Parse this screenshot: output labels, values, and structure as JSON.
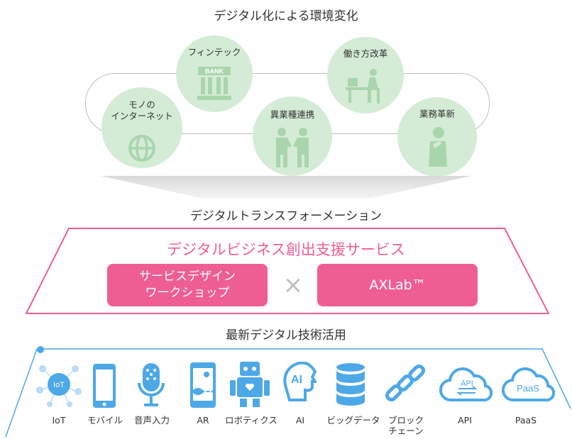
{
  "top_title": "デジタル化による環境変化",
  "circles": [
    {
      "label": "モノの\nインターネット"
    },
    {
      "label": "フィンテック",
      "sign": "BANK"
    },
    {
      "label": "異業種連携"
    },
    {
      "label": "働き方改革"
    },
    {
      "label": "業務革新"
    }
  ],
  "dx_title": "デジタルトランスフォーメーション",
  "service_title": "デジタルビジネス創出支援サービス",
  "buttons": {
    "left_line1": "サービスデザイン",
    "left_line2": "ワークショップ",
    "cross": "×",
    "right": "AXLab™"
  },
  "tech_title": "最新デジタル技術活用",
  "tech_items": [
    {
      "label": "IoT",
      "icon": "iot-icon",
      "badge": "IoT"
    },
    {
      "label": "モバイル",
      "icon": "smartphone-icon"
    },
    {
      "label": "音声入力",
      "icon": "microphone-icon"
    },
    {
      "label": "AR",
      "icon": "ar-phone-icon"
    },
    {
      "label": "ロボティクス",
      "icon": "robot-icon"
    },
    {
      "label": "AI",
      "icon": "ai-head-icon",
      "badge": "AI"
    },
    {
      "label": "ビッグデータ",
      "icon": "database-icon"
    },
    {
      "label": "ブロック\nチェーン",
      "icon": "chain-icon"
    },
    {
      "label": "API",
      "icon": "api-cloud-icon",
      "badge": "API"
    },
    {
      "label": "PaaS",
      "icon": "paas-cloud-icon",
      "badge": "PaaS"
    }
  ],
  "colors": {
    "green": "#d4ecd6",
    "green_icon": "#a9d5ad",
    "pink": "#ee5e93",
    "blue": "#4da8e8"
  }
}
